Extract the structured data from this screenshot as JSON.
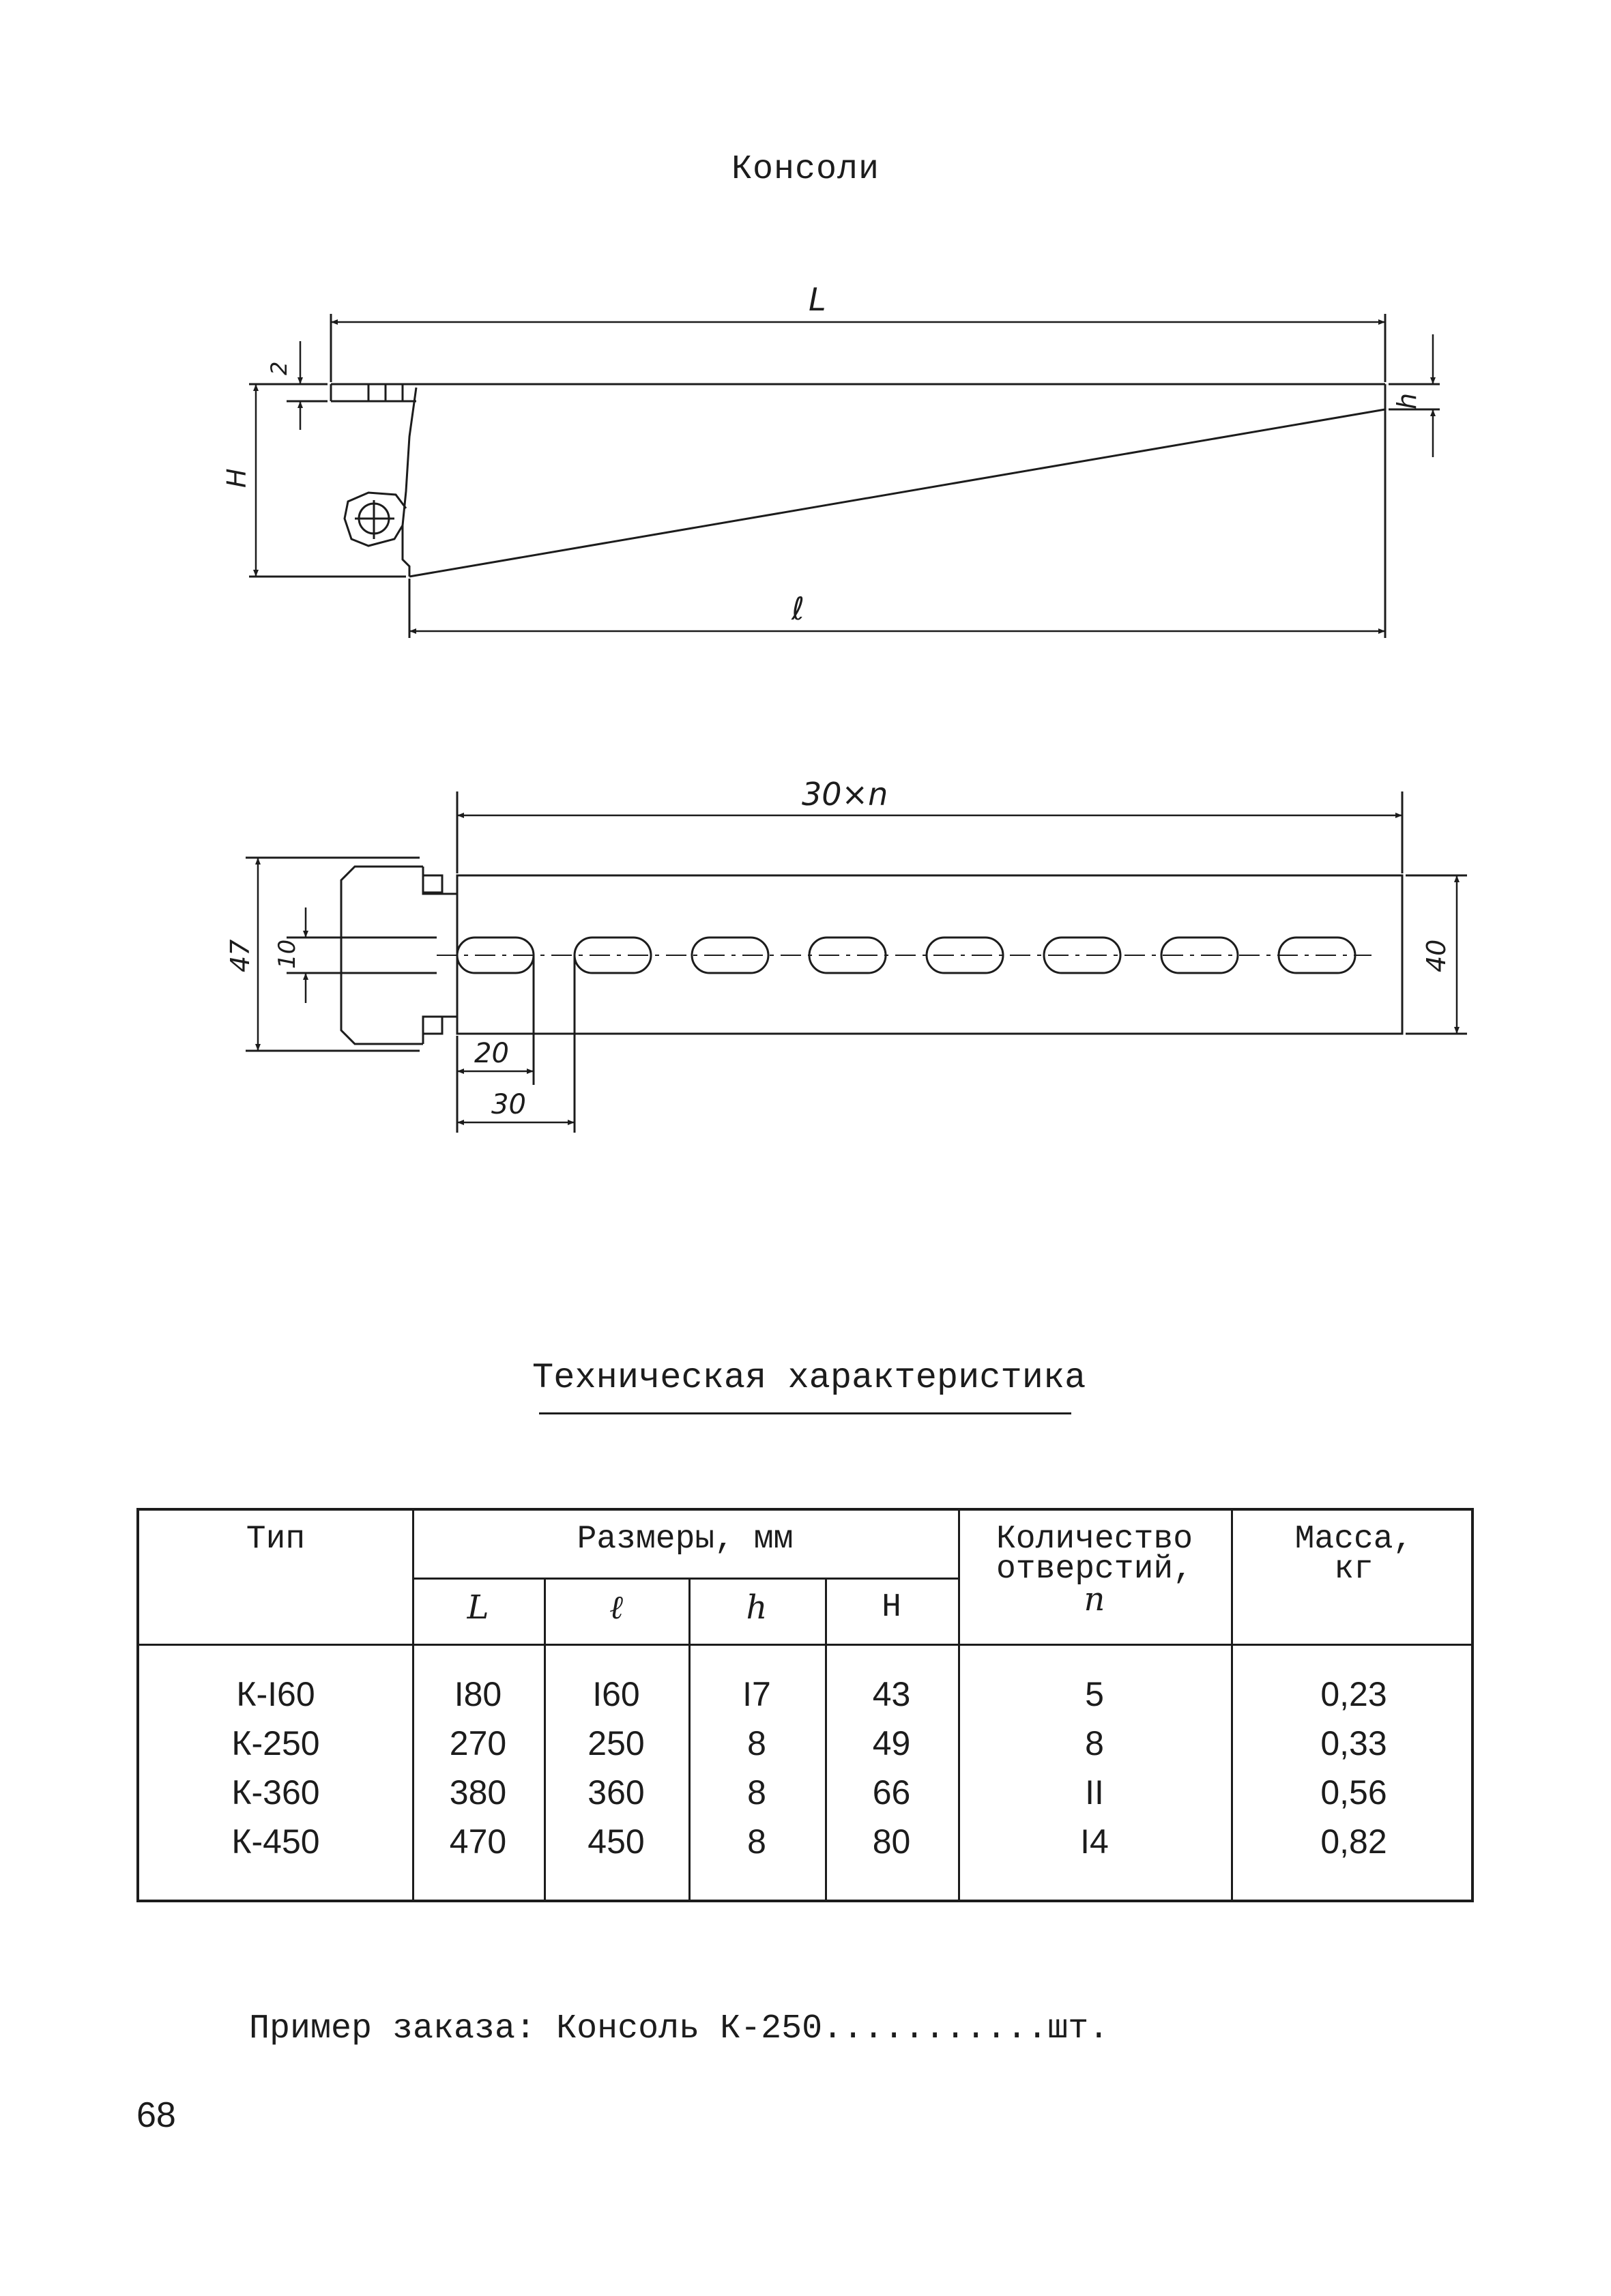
{
  "page_title": "Консоли",
  "drawing_labels": {
    "side_view": {
      "L": "L",
      "l": "ℓ",
      "h": "h",
      "H": "H",
      "gap": "2"
    },
    "top_view": {
      "span": "30×n",
      "width_47": "47",
      "hole_10": "10",
      "width_40": "40",
      "offset_20": "20",
      "offset_30": "30"
    }
  },
  "tech_heading": "Техническая характеристика",
  "table": {
    "headers": {
      "type": "Тип",
      "dims": "Размеры, мм",
      "L": "L",
      "l": "ℓ",
      "h": "h",
      "H": "H",
      "holes_line1": "Количество",
      "holes_line2": "отверстий,",
      "holes_n": "n",
      "mass_line1": "Масса,",
      "mass_line2": "кг"
    },
    "rows": [
      {
        "type": "К-I60",
        "L": "I80",
        "l": "I60",
        "h": "I7",
        "H": "43",
        "n": "5",
        "mass": "0,23"
      },
      {
        "type": "К-250",
        "L": "270",
        "l": "250",
        "h": "8",
        "H": "49",
        "n": "8",
        "mass": "0,33"
      },
      {
        "type": "К-360",
        "L": "380",
        "l": "360",
        "h": "8",
        "H": "66",
        "n": "II",
        "mass": "0,56"
      },
      {
        "type": "К-450",
        "L": "470",
        "l": "450",
        "h": "8",
        "H": "80",
        "n": "I4",
        "mass": "0,82"
      }
    ]
  },
  "order_example": "Пример заказа: Консоль К-250...........шт.",
  "page_number": "68"
}
